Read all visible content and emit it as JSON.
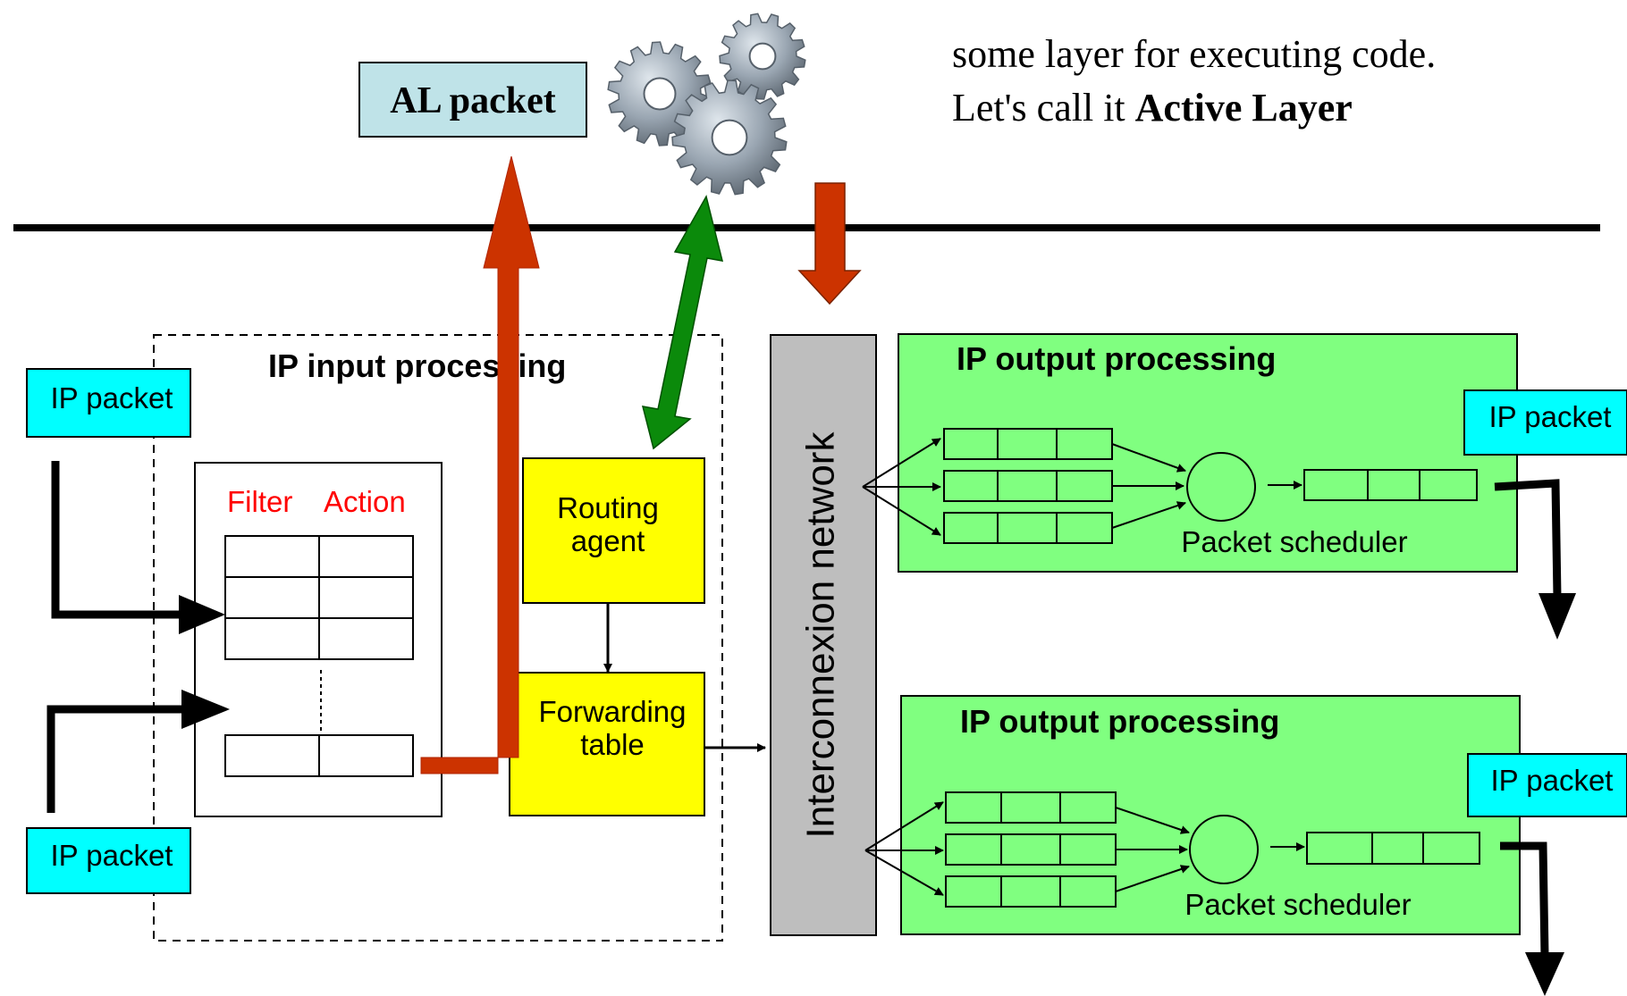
{
  "active_layer_note": {
    "line1": "some layer for executing code.",
    "line2_prefix": "Let's call it ",
    "line2_bold": "Active Layer"
  },
  "al_packet": {
    "label": "AL packet"
  },
  "input_processing": {
    "title": "IP input processing",
    "filter_header": "Filter",
    "action_header": "Action",
    "routing_agent": [
      "Routing",
      "agent"
    ],
    "forwarding_table": [
      "Forwarding",
      "table"
    ]
  },
  "interconnexion": {
    "label": "Interconnexion network"
  },
  "output_processing": [
    {
      "title": "IP output processing",
      "scheduler_label": "Packet scheduler",
      "packet_label": "IP packet"
    },
    {
      "title": "IP output processing",
      "scheduler_label": "Packet scheduler",
      "packet_label": "IP packet"
    }
  ],
  "input_packets": [
    {
      "label": "IP packet"
    },
    {
      "label": "IP packet"
    }
  ],
  "colors": {
    "al_packet_fill": "#bfe3e8",
    "ip_packet_fill": "#00ffff",
    "green_box": "#80ff80",
    "yellow_box": "#ffff00",
    "gray_box": "#bebebe",
    "red_arrow": "#cc3300",
    "green_arrow": "#0b8a0b",
    "filter_text": "#ff0000",
    "gear": "#9aa6b2"
  },
  "icons": {
    "gears": "gears-icon"
  }
}
